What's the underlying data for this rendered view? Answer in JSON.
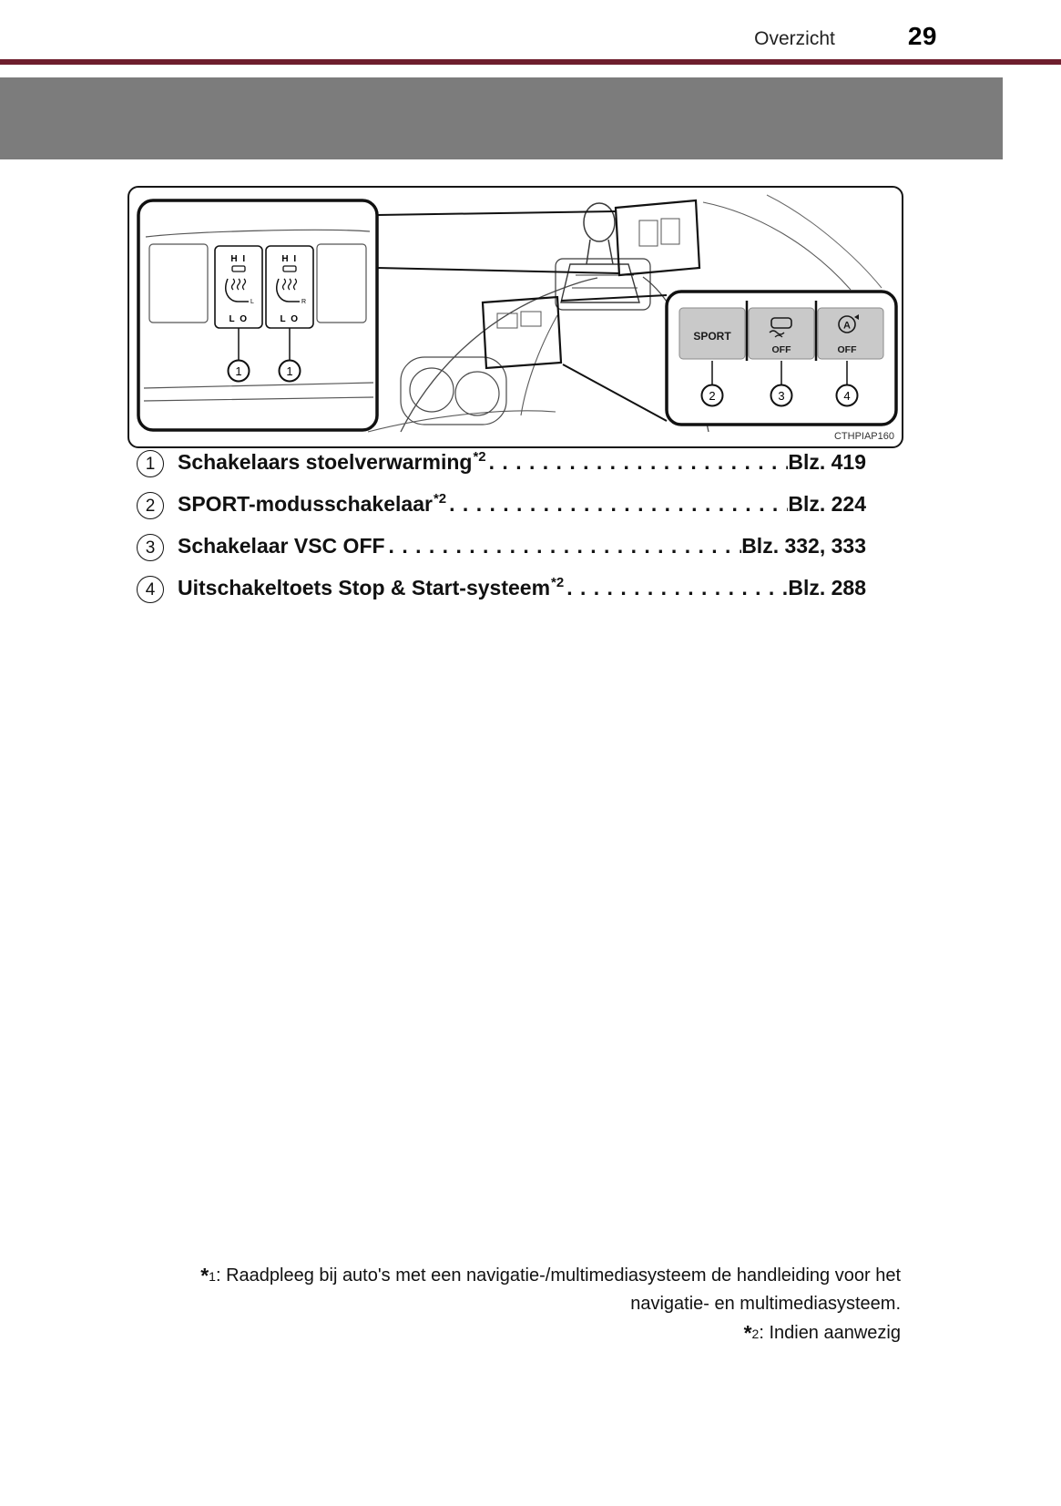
{
  "header": {
    "title": "Overzicht",
    "page_number": "29"
  },
  "figure": {
    "code": "CTHPIAP160",
    "left_inset": {
      "hi": "H I",
      "lo": "L O",
      "sub_left": "L",
      "sub_right": "R"
    },
    "right_inset": {
      "sport": "SPORT",
      "vsc_off_label": "OFF",
      "eco_letter": "A",
      "eco_off_label": "OFF"
    },
    "callouts": {
      "one": "1",
      "two": "2",
      "three": "3",
      "four": "4"
    }
  },
  "legend": {
    "leader": ". . . . . . . . . . . . . . . . . . . . . . . . . . . . . . . . . . . . . . . . . . . . . . . . . . . . . . . . . . . .",
    "items": [
      {
        "num": "1",
        "label": "Schakelaars stoelverwarming",
        "sup": "*2",
        "page": "Blz. 419"
      },
      {
        "num": "2",
        "label": "SPORT-modusschakelaar",
        "sup": "*2",
        "page": "Blz. 224"
      },
      {
        "num": "3",
        "label": "Schakelaar VSC OFF",
        "sup": "",
        "page": "Blz. 332, 333"
      },
      {
        "num": "4",
        "label": "Uitschakeltoets Stop & Start-systeem",
        "sup": "*2",
        "page": "Blz. 288"
      }
    ]
  },
  "footnotes": {
    "star": "*",
    "f1_num": "1",
    "f1_text": ": Raadpleeg bij auto's met een navigatie-/multimediasysteem de handleiding voor het",
    "f1_text2": "navigatie- en multimediasysteem.",
    "f2_num": "2",
    "f2_text": ": Indien aanwezig"
  }
}
